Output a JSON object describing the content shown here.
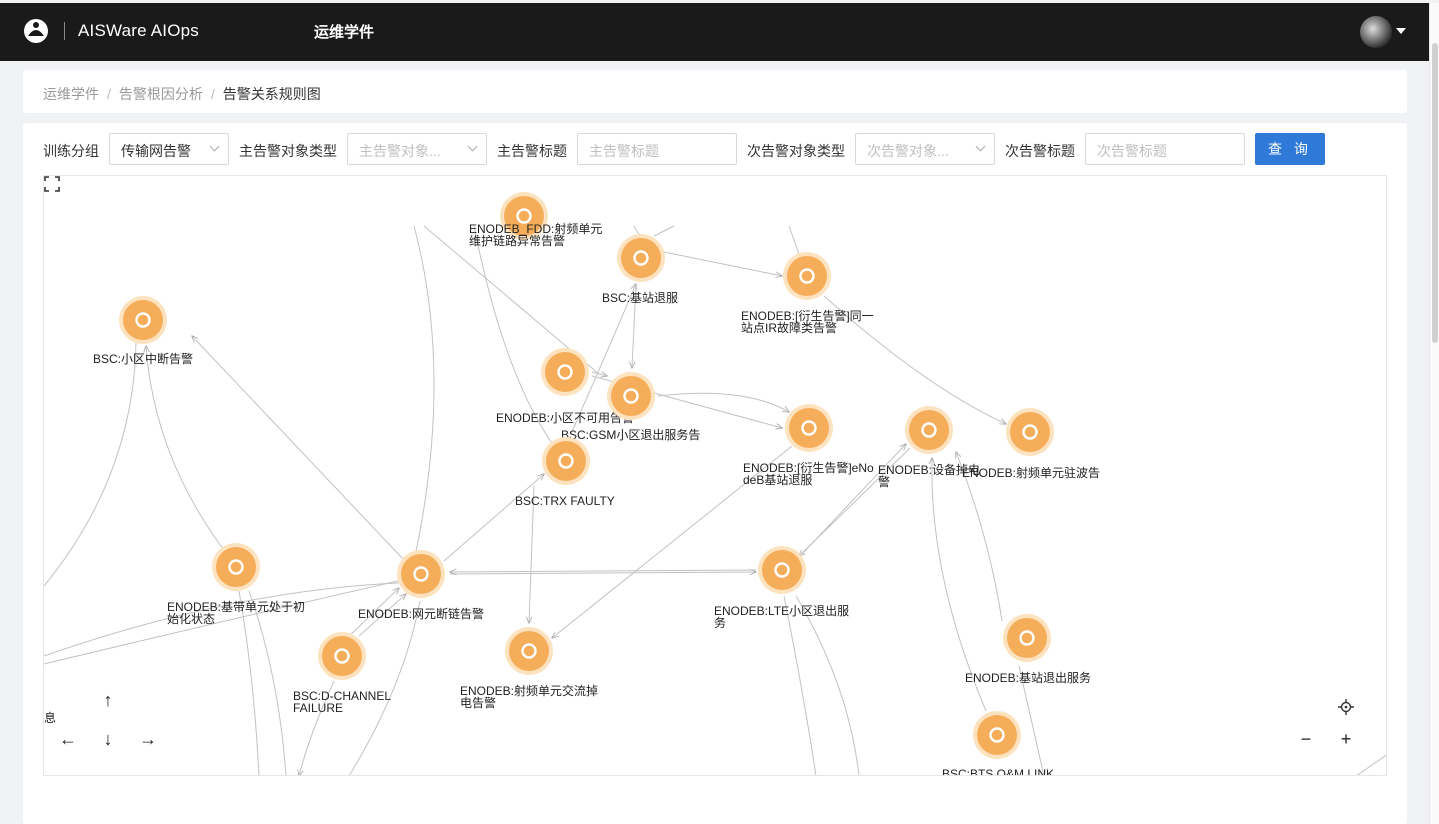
{
  "topbar": {
    "brand": "AISWare AIOps",
    "nav_item": "运维学件",
    "logo_icon": "aisware-logo-icon",
    "avatar_icon": "user-avatar-icon"
  },
  "breadcrumb": {
    "items": [
      "运维学件",
      "告警根因分析",
      "告警关系规则图"
    ],
    "separator": "/"
  },
  "filters": {
    "group_label": "训练分组",
    "group_value": "传输网告警",
    "main_type_label": "主告警对象类型",
    "main_type_placeholder": "主告警对象...",
    "main_title_label": "主告警标题",
    "main_title_placeholder": "主告警标题",
    "sub_type_label": "次告警对象类型",
    "sub_type_placeholder": "次告警对象...",
    "sub_title_label": "次告警标题",
    "sub_title_placeholder": "次告警标题",
    "query_button": "查 询"
  },
  "graph": {
    "controls": {
      "up": "↑",
      "down": "↓",
      "left": "←",
      "right": "→",
      "zoom_out": "−",
      "zoom_in": "+",
      "center_icon": "locate-icon",
      "fullscreen_icon": "fullscreen-icon"
    },
    "colors": {
      "node": "#f5ad59",
      "node_halo": "#fde2bf",
      "edge": "#c2c2c2"
    },
    "edge_label_fragment": "息",
    "nodes": [
      {
        "id": "enb_fdd",
        "label": [
          "ENODEB_FDD:射频单元",
          "维护链路异常告警"
        ]
      },
      {
        "id": "bsc_tuifu",
        "label": [
          "BSC:基站退服"
        ]
      },
      {
        "id": "enb_ir",
        "label": [
          "ENODEB:[衍生告警]同一",
          "站点IR故障类告警"
        ]
      },
      {
        "id": "bsc_cell_int",
        "label": [
          "BSC:小区中断告警"
        ]
      },
      {
        "id": "enb_cell_na",
        "label": [
          "ENODEB:小区不可用告警"
        ]
      },
      {
        "id": "bsc_gsm",
        "label": [
          "BSC:GSM小区退出服务告"
        ]
      },
      {
        "id": "enb_derive",
        "label": [
          "ENODEB:[衍生告警]eNo",
          "deB基站退服"
        ]
      },
      {
        "id": "enb_dev_off",
        "label": [
          "ENODEB:设备掉电",
          "警"
        ]
      },
      {
        "id": "enb_vswr",
        "label": [
          "ENODEB:射频单元驻波告"
        ]
      },
      {
        "id": "bsc_trx",
        "label": [
          "BSC:TRX FAULTY"
        ]
      },
      {
        "id": "enb_bb",
        "label": [
          "ENODEB:基带单元处于初",
          "始化状态"
        ]
      },
      {
        "id": "enb_ne",
        "label": [
          "ENODEB:网元断链告警"
        ]
      },
      {
        "id": "enb_lte",
        "label": [
          "ENODEB:LTE小区退出服",
          "务"
        ]
      },
      {
        "id": "bsc_dch",
        "label": [
          "BSC:D-CHANNEL",
          "FAILURE"
        ]
      },
      {
        "id": "enb_ac",
        "label": [
          "ENODEB:射频单元交流掉",
          "电告警"
        ]
      },
      {
        "id": "enb_bs_out",
        "label": [
          "ENODEB:基站退出服务"
        ]
      },
      {
        "id": "bsc_bts",
        "label": [
          "BSC:BTS O&M LINK"
        ]
      }
    ]
  }
}
